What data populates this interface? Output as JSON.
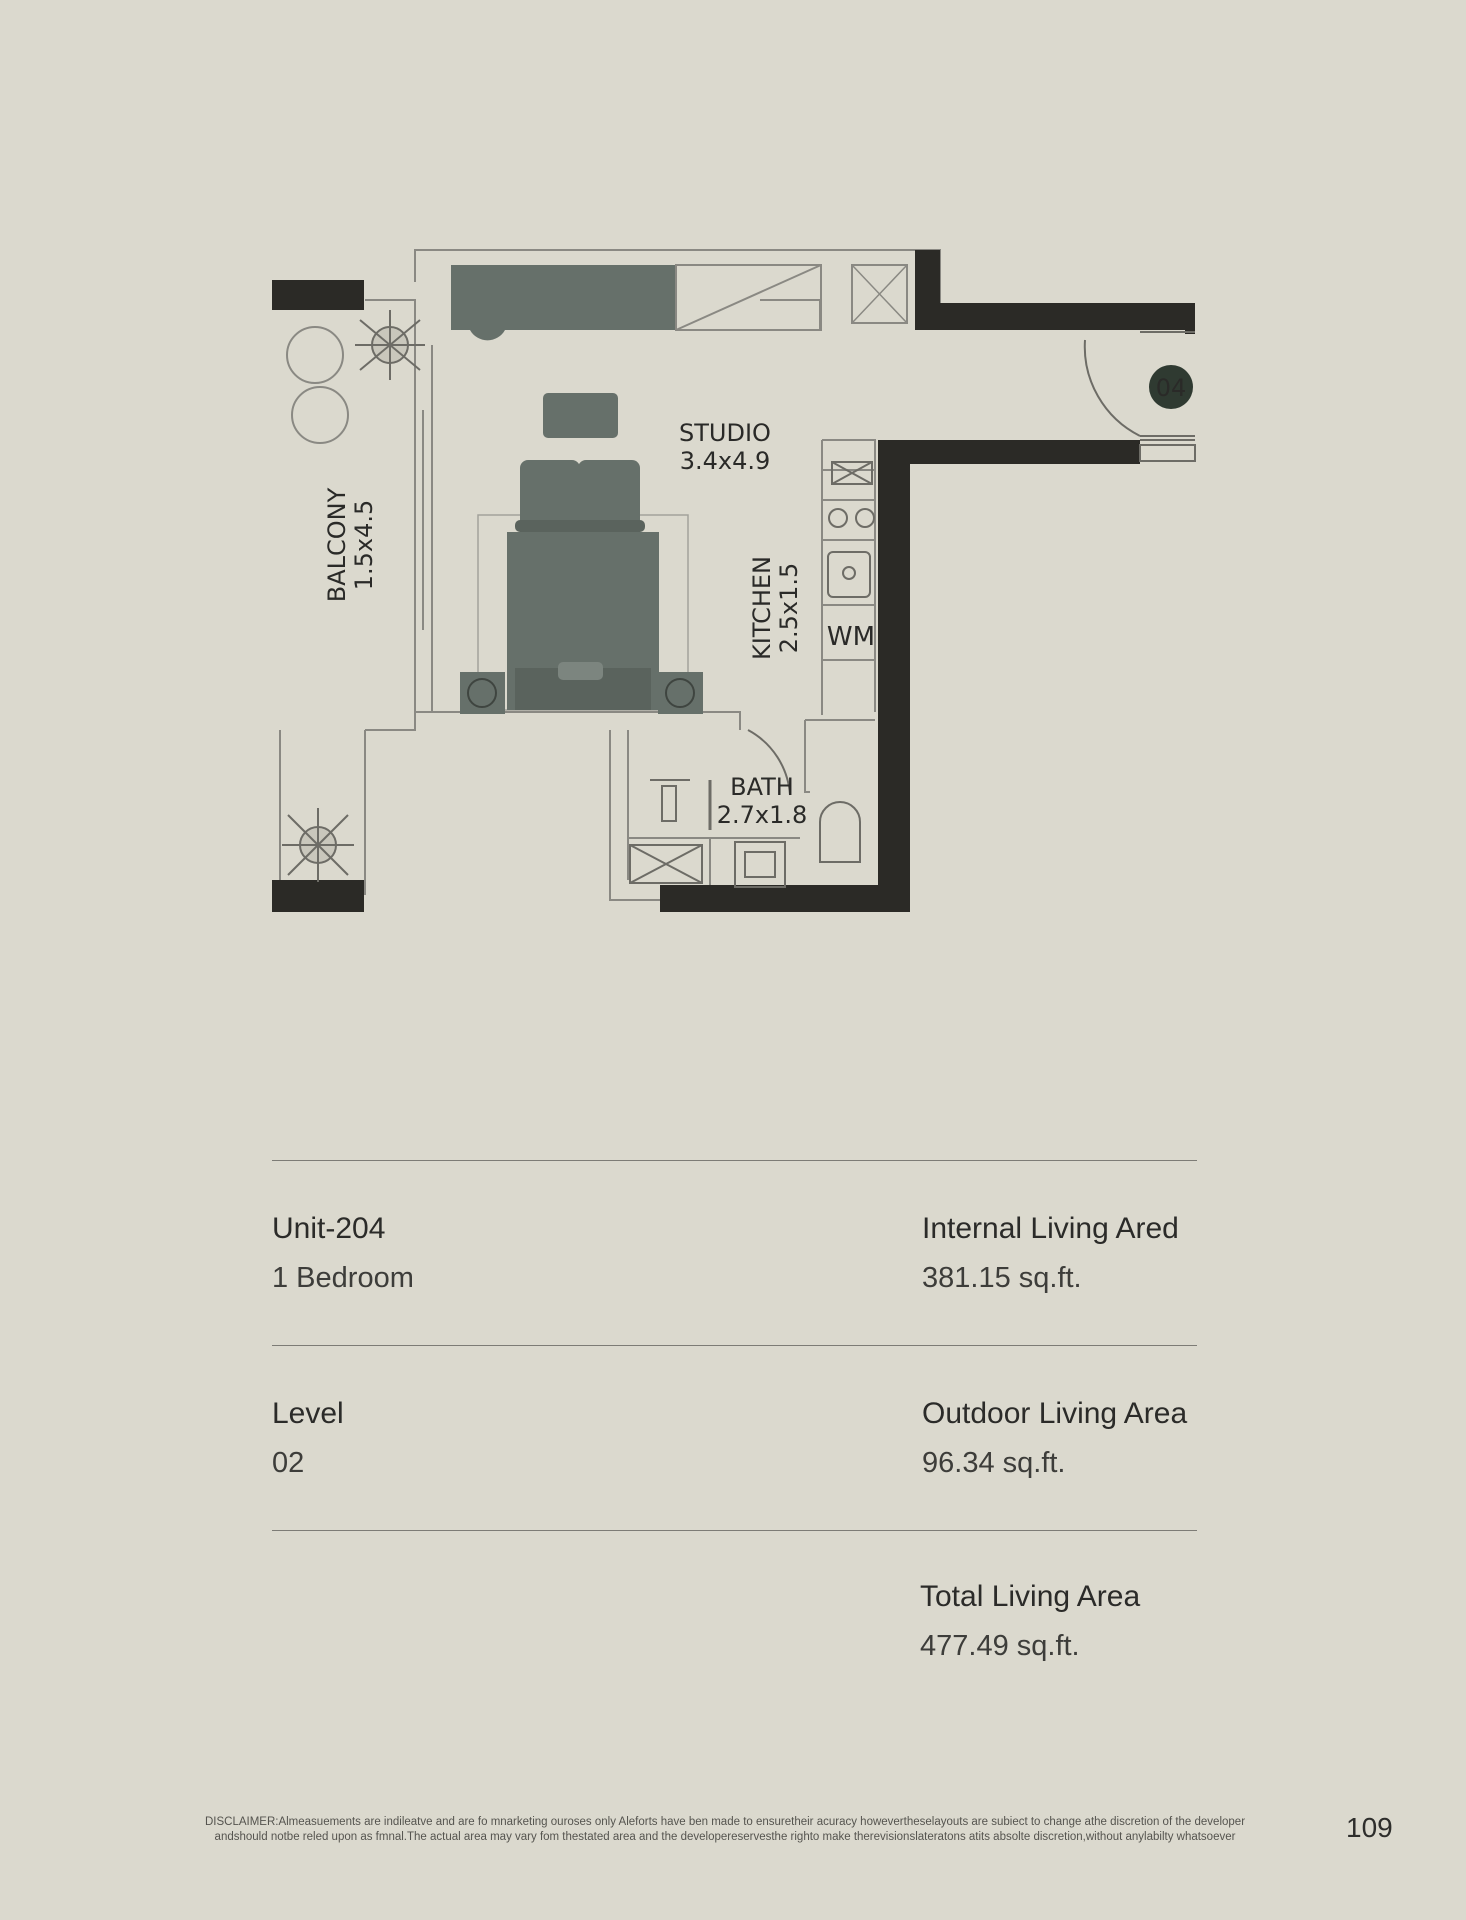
{
  "plan": {
    "rooms": {
      "studio": {
        "name": "STUDIO",
        "dims": "3.4x4.9"
      },
      "balcony": {
        "name": "BALCONY",
        "dims": "1.5x4.5"
      },
      "kitchen": {
        "name": "KITCHEN",
        "dims": "2.5x1.5"
      },
      "bath": {
        "name": "BATH",
        "dims": "2.7x1.8"
      }
    },
    "wm_label": "WM",
    "unit_badge": "04",
    "colors": {
      "wall": "#2b2a26",
      "furniture": "#66706a",
      "badge": "#2f3a31",
      "background": "#dbd9ce"
    }
  },
  "specs": {
    "unit": {
      "label": "Unit-204",
      "value": "1 Bedroom"
    },
    "internal": {
      "label": "Internal Living Ared",
      "value": "381.15 sq.ft."
    },
    "level": {
      "label": "Level",
      "value": "02"
    },
    "outdoor": {
      "label": "Outdoor Living Area",
      "value": "96.34 sq.ft."
    },
    "total": {
      "label": "Total Living Area",
      "value": "477.49 sq.ft."
    }
  },
  "footer": {
    "disclaimer_line1": "DISCLAIMER:Almeasuements are indileatve and are fo mnarketing ouroses only Aleforts have ben made to ensuretheir acuracy howevertheselayouts are subiect to change athe discretion of the developer",
    "disclaimer_line2": "andshould notbe reled upon as fmnal.The actual area may vary fom thestated area and the developereservesthe righto make therevisionslateratons atits absolte discretion,without anylabilty whatsoever",
    "page_number": "109"
  }
}
